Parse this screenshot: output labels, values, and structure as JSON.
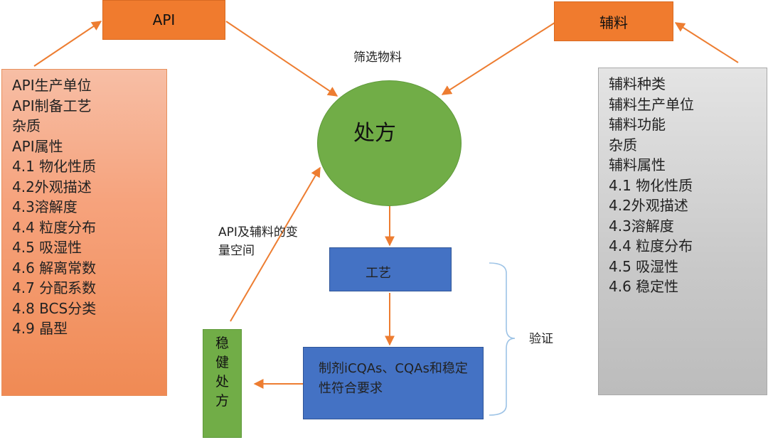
{
  "api_box": {
    "label": "API"
  },
  "excipient_box": {
    "label": "辅料"
  },
  "api_properties": [
    "API生产单位",
    "API制备工艺",
    "杂质",
    "API属性",
    "4.1 物化性质",
    "4.2外观描述",
    "4.3溶解度",
    "4.4 粒度分布",
    "4.5 吸湿性",
    "4.6 解离常数",
    "4.7 分配系数",
    "4.8 BCS分类",
    "4.9 晶型"
  ],
  "excipient_properties": [
    "辅料种类",
    "辅料生产单位",
    "辅料功能",
    "杂质",
    "辅料属性",
    "4.1 物化性质",
    "4.2外观描述",
    "4.3溶解度",
    "4.4 粒度分布",
    "4.5 吸湿性",
    "4.6 稳定性"
  ],
  "screening_label": "筛选物料",
  "formulation_label": "处方",
  "variable_space_label": [
    "API及辅料的变",
    "量空间"
  ],
  "process_label": "工艺",
  "requirement_label": [
    "制剂iCQAs、CQAs和稳定",
    "性符合要求"
  ],
  "robust_label": [
    "稳",
    "健",
    "处",
    "方"
  ],
  "validation_label": "验证",
  "colors": {
    "orange": "#f07b2e",
    "green": "#71ad47",
    "blue": "#4472c4",
    "arrow": "#ed7d31",
    "brace": "#9dc3e6"
  }
}
